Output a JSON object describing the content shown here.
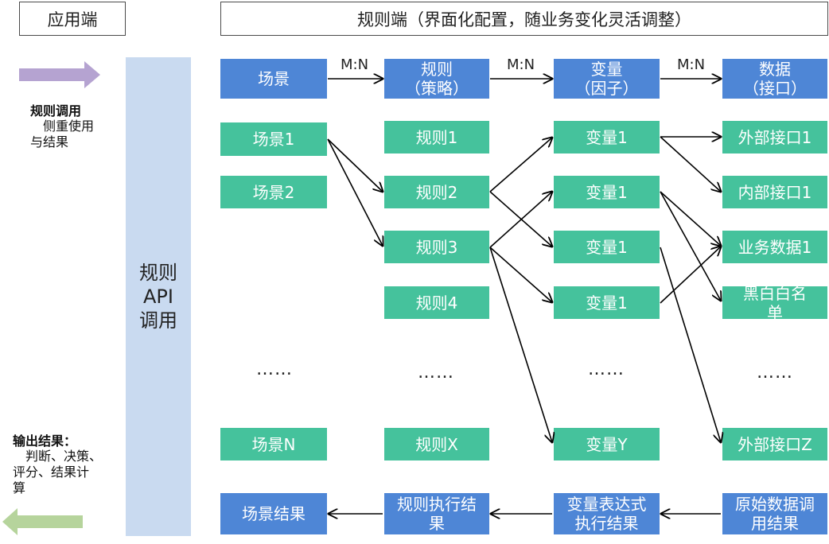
{
  "headers": {
    "app": "应用端",
    "rule": "规则端（界面化配置，随业务变化灵活调整）"
  },
  "left": {
    "top_title": "规则调用",
    "top_desc": "　侧重使用\n与结果",
    "bottom_title": "输出结果：",
    "bottom_desc": "　判断、决策、\n评分、结果计\n算"
  },
  "api_column": "规则\nAPI\n调用",
  "relations": [
    "M:N",
    "M:N",
    "M:N"
  ],
  "columns": {
    "scene": {
      "header": "场景",
      "items": [
        "场景1",
        "场景2",
        "场景N"
      ],
      "ellipsis": "……",
      "result": "场景结果"
    },
    "rule": {
      "header": "规则\n（策略）",
      "items": [
        "规则1",
        "规则2",
        "规则3",
        "规则4",
        "规则X"
      ],
      "ellipsis": "……",
      "result": "规则执行结\n果"
    },
    "variable": {
      "header": "变量\n（因子）",
      "items": [
        "变量1",
        "变量1",
        "变量1",
        "变量1",
        "变量Y"
      ],
      "ellipsis": "……",
      "result": "变量表达式\n执行结果"
    },
    "data": {
      "header": "数据\n（接口）",
      "items": [
        "外部接口1",
        "内部接口1",
        "业务数据1",
        "黑白白名\n单",
        "外部接口Z"
      ],
      "ellipsis": "……",
      "result": "原始数据调\n用结果"
    }
  },
  "colors": {
    "blue": "#4e86d6",
    "green": "#45c29c",
    "api": "#c9daf0",
    "arrow_purple": "#b5a3d1",
    "arrow_green": "#b6d49c"
  }
}
